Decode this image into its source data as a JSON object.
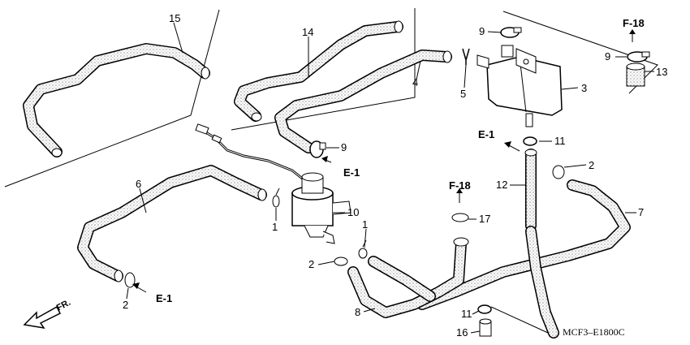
{
  "diagram": {
    "colors": {
      "line": "#000000",
      "hose_fill": "#d9d9d9",
      "tank_fill": "#ffffff",
      "paper": "#ffffff"
    },
    "part_labels": {
      "p15": "15",
      "p14": "14",
      "p9a": "9",
      "p9b": "9",
      "p9c": "9",
      "p3": "3",
      "p13": "13",
      "p4": "4",
      "p5": "5",
      "p11a": "11",
      "p11b": "11",
      "p2a": "2",
      "p2b": "2",
      "p2c": "2",
      "p12": "12",
      "p7": "7",
      "p6": "6",
      "p10": "10",
      "p1a": "1",
      "p1b": "1",
      "p17": "17",
      "p8": "8",
      "p16": "16"
    },
    "references": {
      "e1_a": "E-1",
      "e1_b": "E-1",
      "e1_c": "E-1",
      "f18_a": "F-18",
      "f18_b": "F-18"
    },
    "front_marker": "FR.",
    "drawing_code": "MCF3–E1800C"
  }
}
